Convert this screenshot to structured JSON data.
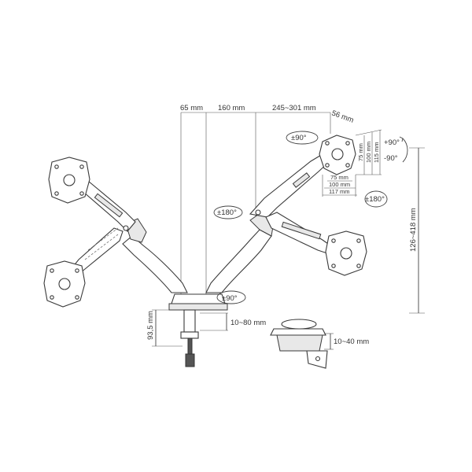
{
  "colors": {
    "line": "#3a3a3a",
    "background": "#ffffff",
    "fill": "#e8e8e8"
  },
  "labels": {
    "offset_65": "65 mm",
    "offset_160": "160 mm",
    "offset_range": "245~301 mm",
    "vesa_56": "56 mm",
    "tilt_up": "+90°",
    "tilt_down": "-90°",
    "rot_right_top": "±90°",
    "rot_left_mid": "±180°",
    "rot_right_vesa": "±180°",
    "rot_base": "±90°",
    "vesa_75h": "75 mm",
    "vesa_100h": "100 mm",
    "vesa_115h": "115 mm",
    "vesa_75w": "75 mm",
    "vesa_100w": "100 mm",
    "vesa_117w": "117 mm",
    "height_range": "126~418 mm",
    "clamp_range": "10~80 mm",
    "base_93": "93,5 mm",
    "grommet_range": "10~40 mm"
  }
}
